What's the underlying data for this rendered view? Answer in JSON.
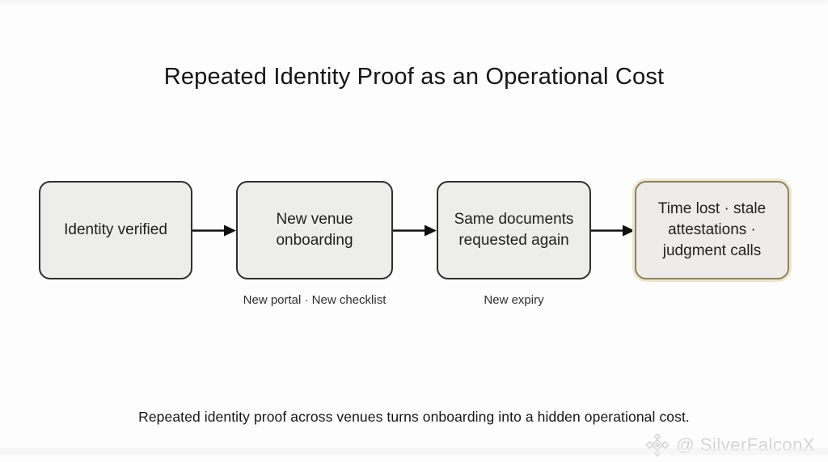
{
  "title": "Repeated Identity Proof as an Operational Cost",
  "flow": {
    "nodes": [
      {
        "label": "Identity verified",
        "caption": ""
      },
      {
        "label": "New venue onboarding",
        "caption": "New portal · New checklist"
      },
      {
        "label": "Same documents requested again",
        "caption": "New expiry"
      },
      {
        "label": "Time lost · stale attestations · judgment calls",
        "caption": ""
      }
    ],
    "arrow_icon": "arrow-right-icon",
    "highlighted_node_index": 3
  },
  "footnote": "Repeated identity proof across venues turns onboarding into a hidden operational cost.",
  "watermark": {
    "icon": "diamond-logo-icon",
    "text": "@ SilverFalconX"
  },
  "colors": {
    "background": "#fdfdfd",
    "box_fill": "#ededec",
    "box_border": "#2e2e2e",
    "highlight_border": "#8f815e",
    "highlight_glow": "#efe6d0",
    "arrow": "#111111",
    "title_text": "#141414",
    "body_text": "#1f1f1f",
    "caption_text": "#2d2d2d",
    "watermark_text": "#d4d4d4"
  }
}
